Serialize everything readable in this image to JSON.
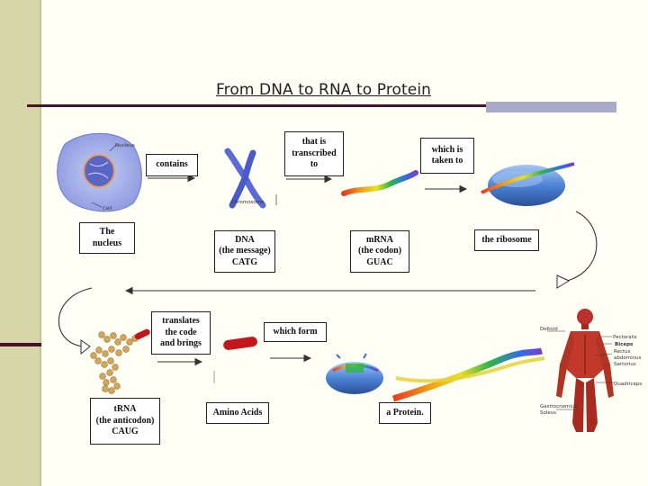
{
  "title": "From DNA to RNA to Protein",
  "boxes": {
    "contains": "contains",
    "transcribed": "that is\ntranscribed\nto",
    "taken_to": "which is\ntaken to",
    "nucleus": "The\nnucleus",
    "dna": "DNA\n(the message)\nCATG",
    "mrna": "mRNA\n(the codon)\nGUAC",
    "ribosome": "the ribosome",
    "translates": "translates\nthe code\nand brings",
    "which_form": "which form",
    "trna": "tRNA\n(the anticodon)\nCAUG",
    "amino_acids": "Amino Acids",
    "protein": "a Protein."
  },
  "image_labels": {
    "cell_nucleus": "Nucleus",
    "cell_cell": "Cell",
    "chromosome": "Chromosome",
    "body_deltoid": "Deltoid",
    "body_pectoralis": "Pectoralis",
    "body_biceps": "Biceps",
    "body_rectus": "Rectus",
    "body_abdominus": "abdominus",
    "body_sartorius": "Sartorius",
    "body_quadriceps": "Quadriceps",
    "body_gastrocnemius": "Gastrocnemius",
    "body_soleus": "Soleus"
  },
  "colors": {
    "sidebar": "#d6d6a8",
    "accent_dark": "#4a1030",
    "accent_gray": "#a9a9c8"
  }
}
